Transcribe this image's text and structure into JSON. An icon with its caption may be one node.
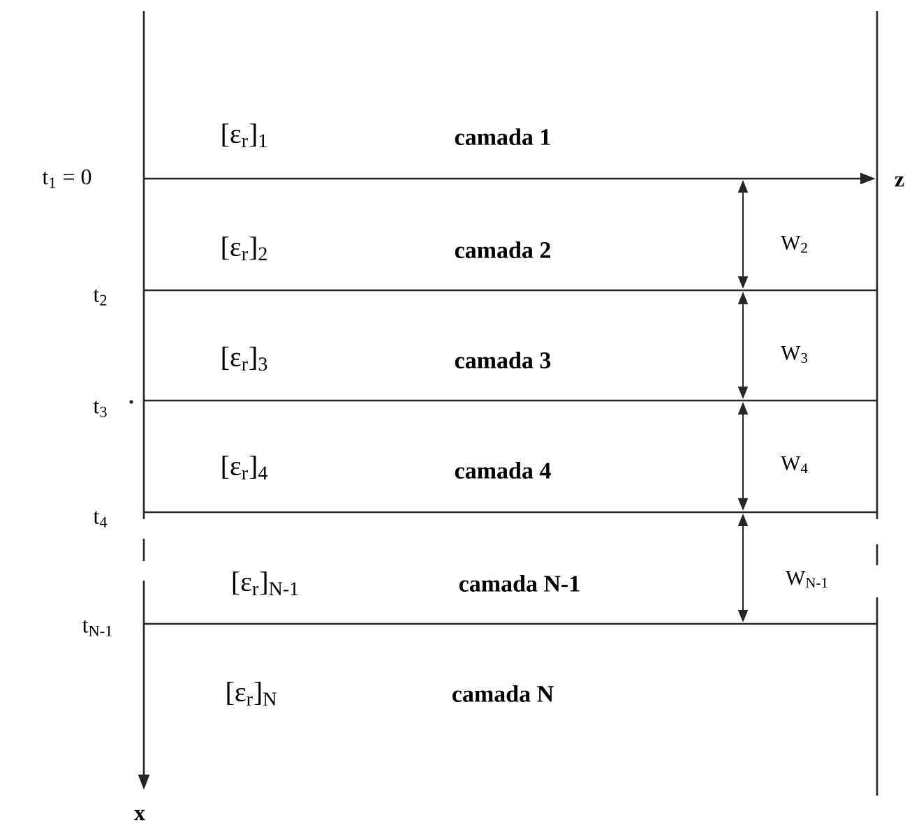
{
  "diagram": {
    "labels": [
      "[ε$_{r}$]$_{1}$",
      "camada 1",
      "t$_{1}$ = 0",
      "z",
      "[ε$_{r}$]$_{2}$",
      "camada 2",
      "W$_{2}$",
      "t$_{2}$",
      "[ε$_{r}$]$_{3}$",
      "camada 3",
      "W$_{3}$",
      "t$_{3}$",
      "[ε$_{r}$]$_{4}$",
      "camada 4",
      "W$_{4}$",
      "t$_{4}$",
      "[ε$_{r}$]$_{N-1}$",
      "camada N-1",
      "W$_{N-1}$",
      "t$_{N-1}$",
      "[ε$_{r}$]$_{N}$",
      "camada N",
      "x"
    ]
  }
}
